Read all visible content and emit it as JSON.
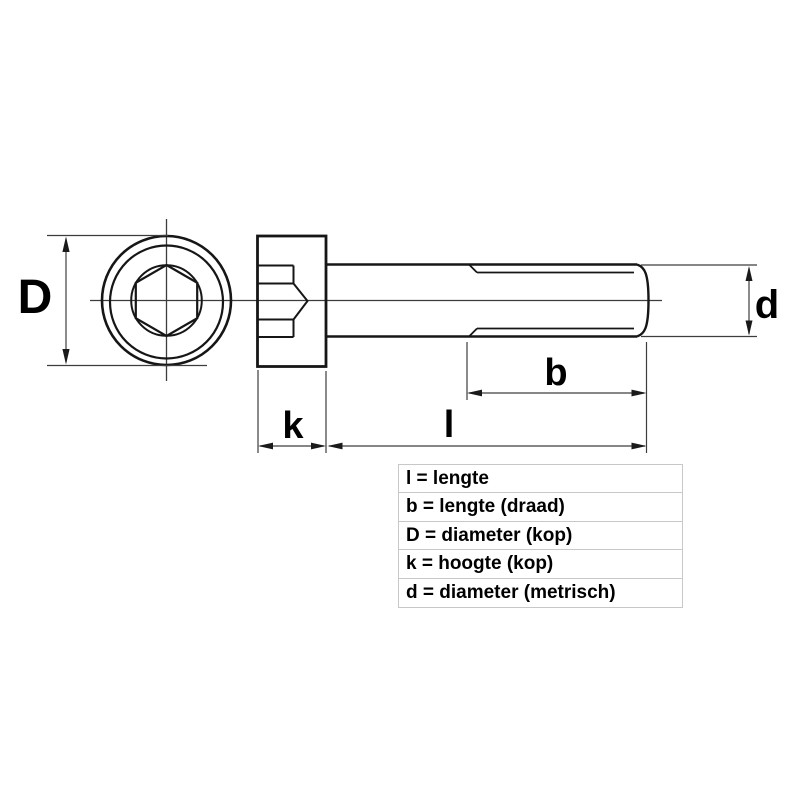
{
  "diagram": {
    "subject": "socket-head-cap-screw-technical-drawing",
    "dimension_labels": {
      "head_diameter": "D",
      "head_height": "k",
      "total_length": "l",
      "thread_length": "b",
      "thread_diameter": "d"
    },
    "colors": {
      "background": "#ffffff",
      "outline": "#161616",
      "thin_line": "#3d3d3d",
      "arrow": "#1a1a1a",
      "table_border": "#c8c8c8",
      "text": "#000000"
    }
  },
  "legend": {
    "rows": [
      {
        "text": "l = lengte"
      },
      {
        "text": "b = lengte (draad)"
      },
      {
        "text": "D = diameter (kop)"
      },
      {
        "text": "k = hoogte (kop)"
      },
      {
        "text": "d = diameter (metrisch)"
      }
    ]
  }
}
